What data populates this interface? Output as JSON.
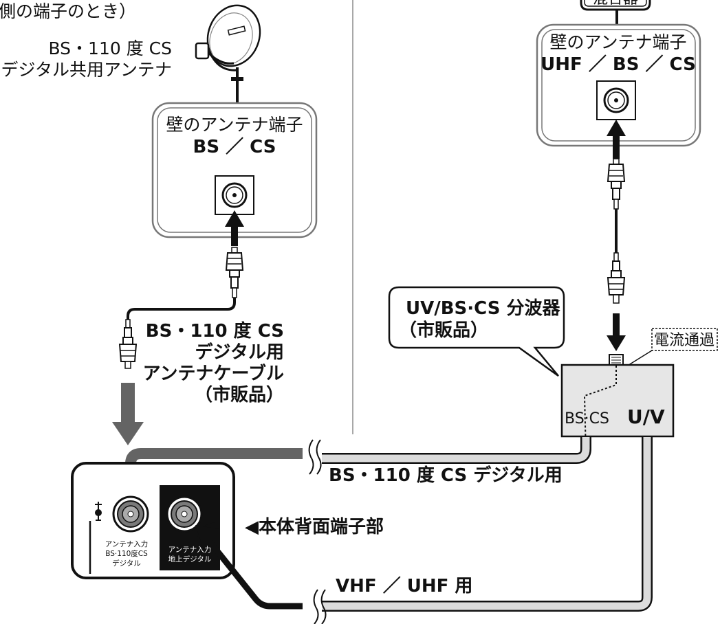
{
  "left": {
    "header_fragment": "側の端子のとき）",
    "antenna_label": [
      "BS・110 度 CS",
      "デジタル共用アンテナ"
    ],
    "wall_terminal": {
      "title": "壁のアンテナ端子",
      "type": "BS ／ CS"
    },
    "cable_label": [
      "BS・110 度 CS",
      "デジタル用",
      "アンテナケーブル",
      "（市販品）"
    ]
  },
  "right": {
    "mixer_fragment": "混合器",
    "wall_terminal": {
      "title": "壁のアンテナ端子",
      "type": "UHF ／ BS ／ CS"
    },
    "splitter_callout": [
      "UV/BS·CS 分波器",
      "（市販品）"
    ],
    "current_pass": "電流通過",
    "splitter_ports": {
      "bscs": "BS·CS",
      "uv": "U/V"
    }
  },
  "rear_panel": {
    "pointer_label": "◀本体背面端子部",
    "port1": [
      "アンテナ入力",
      "BS·110度CS",
      "デジタル"
    ],
    "port2": [
      "アンテナ入力",
      "地上デジタル"
    ]
  },
  "cables": {
    "bs_cable_label": "BS・110 度 CS デジタル用",
    "vu_cable_label": "VHF ／ UHF 用"
  },
  "colors": {
    "arrow_gray": "#646464",
    "splitter_fill": "#e6e6e6",
    "panel_black": "#111111"
  }
}
